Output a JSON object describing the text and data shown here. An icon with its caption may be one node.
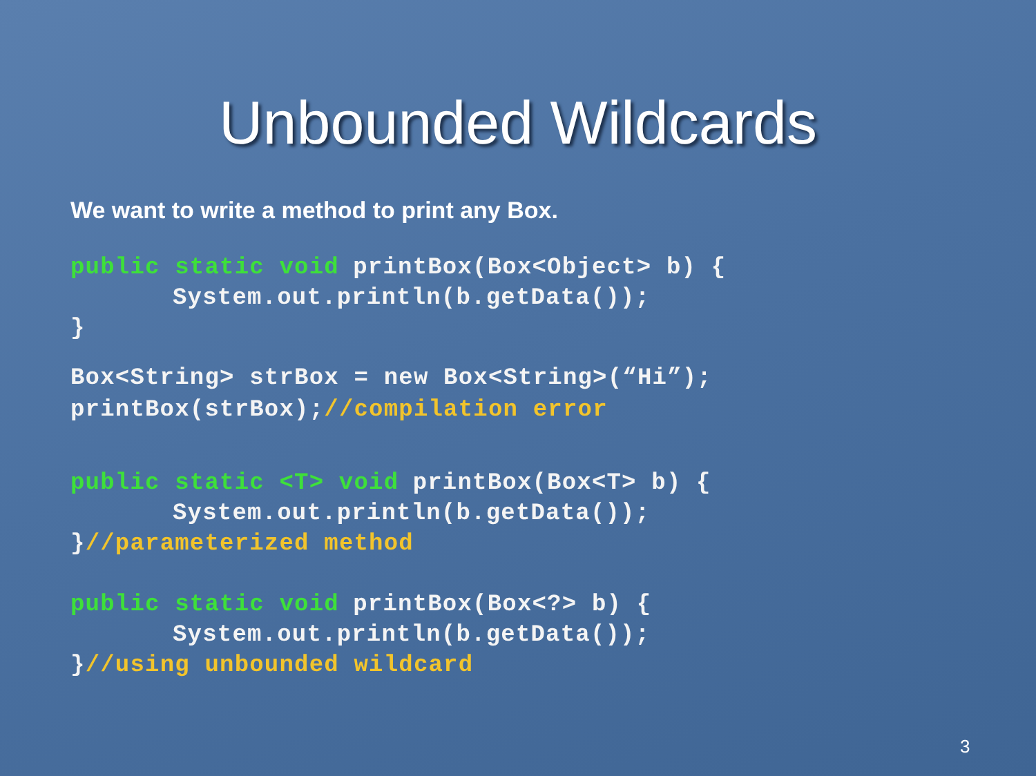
{
  "diagram": {
    "title": "Unbounded Wildcards",
    "labels": [
      "We want to write a method to print any Box.",
      "public static void",
      "printBox(Box<Object> b) {",
      "System.out.println(b.getData());",
      "}",
      "Box<String> strBox = new Box<String>(“Hi”);",
      "printBox(strBox);",
      "//compilation error",
      "public static <T> void",
      "printBox(Box<T> b) {",
      "System.out.println(b.getData());",
      "}",
      "//parameterized method",
      "public static void",
      "printBox(Box<?> b) {",
      "System.out.println(b.getData());",
      "}",
      "//using unbounded wildcard",
      "3"
    ]
  }
}
